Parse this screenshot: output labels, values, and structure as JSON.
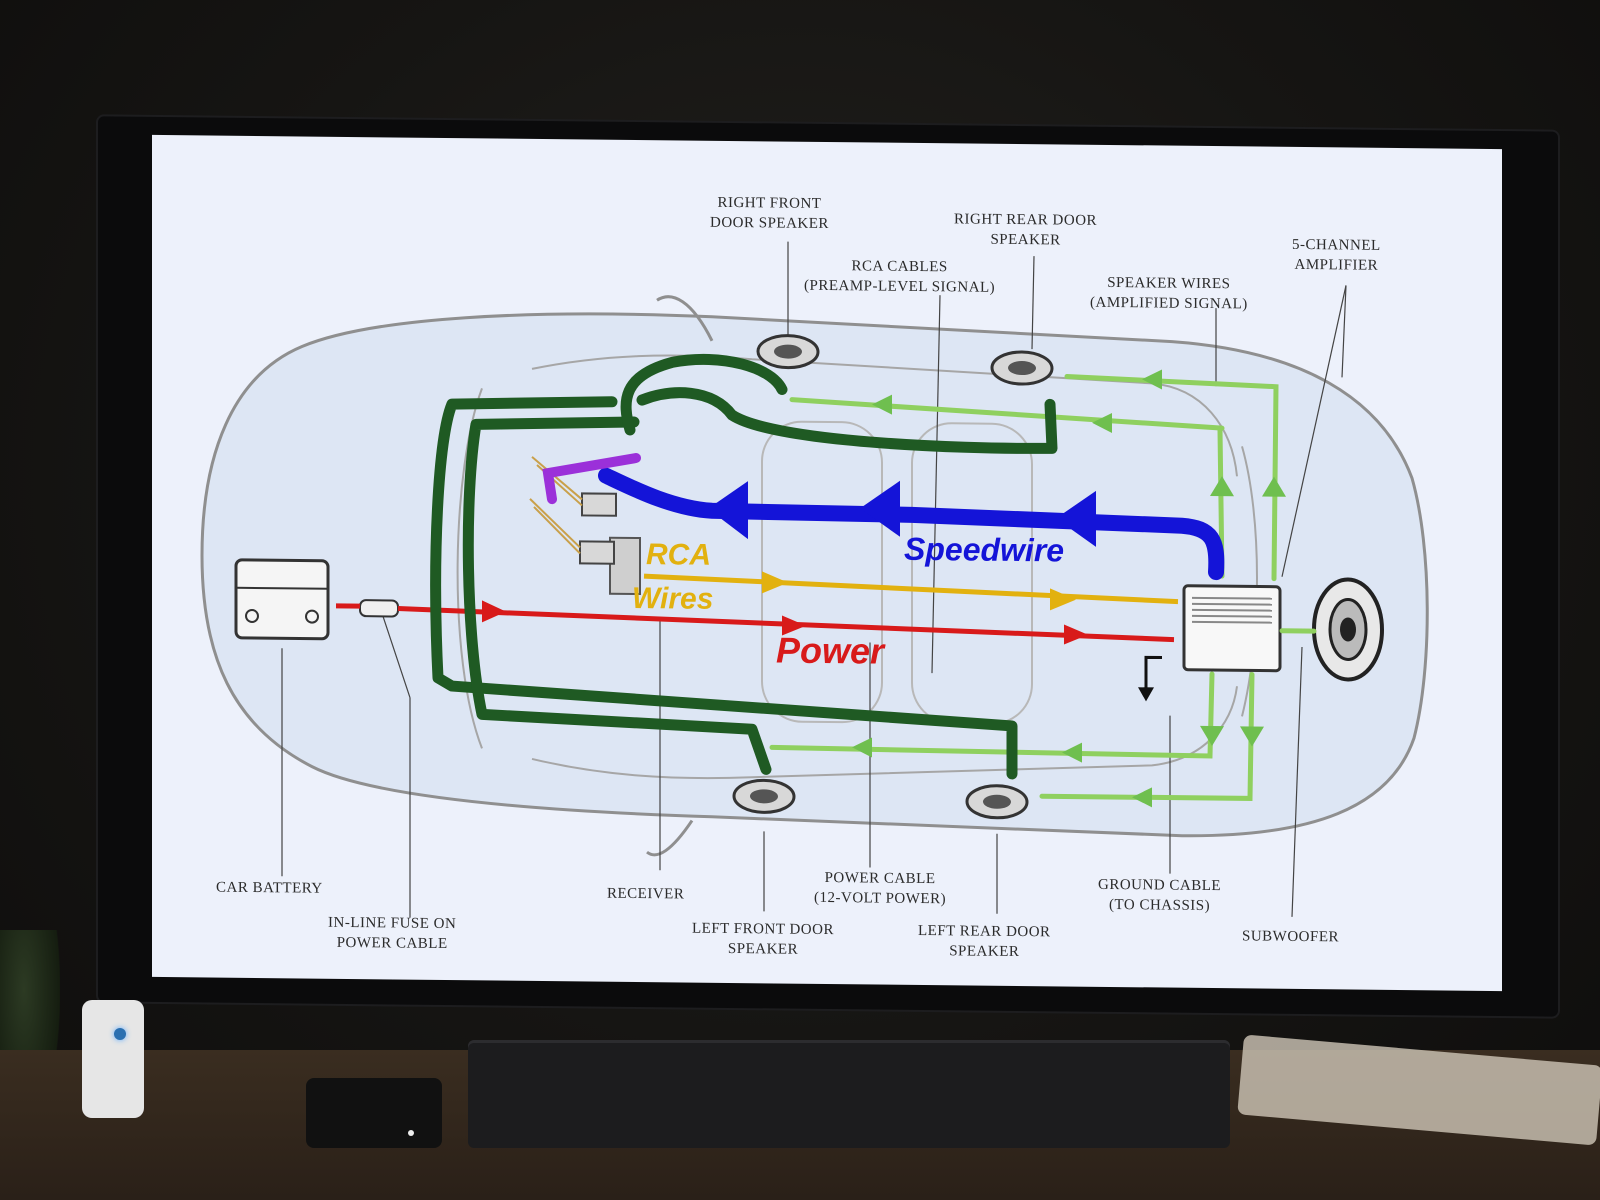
{
  "labels": {
    "right_front_door_speaker": [
      "RIGHT FRONT",
      "DOOR SPEAKER"
    ],
    "right_rear_door_speaker": [
      "RIGHT REAR DOOR",
      "SPEAKER"
    ],
    "rca_cables": [
      "RCA CABLES",
      "(PREAMP-LEVEL SIGNAL)"
    ],
    "speaker_wires": [
      "SPEAKER WIRES",
      "(AMPLIFIED SIGNAL)"
    ],
    "five_channel_amplifier": [
      "5-CHANNEL",
      "AMPLIFIER"
    ],
    "car_battery": [
      "CAR BATTERY"
    ],
    "inline_fuse": [
      "IN-LINE FUSE ON",
      "POWER CABLE"
    ],
    "receiver": [
      "RECEIVER"
    ],
    "left_front_door_speaker": [
      "LEFT FRONT DOOR",
      "SPEAKER"
    ],
    "power_cable": [
      "POWER CABLE",
      "(12-VOLT POWER)"
    ],
    "left_rear_door_speaker": [
      "LEFT REAR DOOR",
      "SPEAKER"
    ],
    "ground_cable": [
      "GROUND CABLE",
      "(TO CHASSIS)"
    ],
    "subwoofer": [
      "SUBWOOFER"
    ]
  },
  "overlay": {
    "speedwire": "Speedwire",
    "rca_line1": "RCA",
    "rca_line2": "Wires",
    "power": "Power"
  },
  "colors": {
    "speedwire": "#1414d8",
    "rca": "#e2b10f",
    "power": "#d81a1a",
    "speaker_wire_drawn": "#1f5a23",
    "speaker_wire_original": "#8fd05f",
    "purple": "#9b30d9"
  }
}
